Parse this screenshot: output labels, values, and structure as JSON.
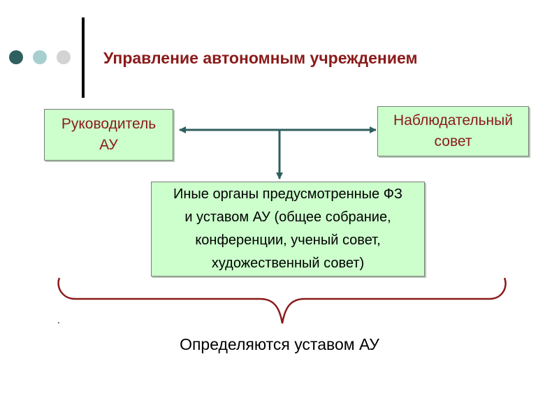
{
  "slide": {
    "title": "Управление автономным учреждением",
    "nodes": {
      "head": {
        "lines": [
          "Руководитель",
          "АУ"
        ]
      },
      "board": {
        "lines": [
          "Наблюдательный",
          "совет"
        ]
      },
      "other": {
        "lines": [
          "Иные органы предусмотренные ФЗ",
          "и уставом АУ (общее собрание,",
          "конференции, ученый совет,",
          "художественный совет)"
        ]
      }
    },
    "marker": ".",
    "footer": "Определяются уставом АУ"
  },
  "colors": {
    "title": "#8b1a1a",
    "box_fill": "#ccffcc",
    "connector": "#2f5f5f",
    "brace": "#8b1a1a",
    "dot_dark": "#2f5f5f",
    "dot_mid": "#a7cfcf",
    "dot_light": "#d3d3d3"
  }
}
